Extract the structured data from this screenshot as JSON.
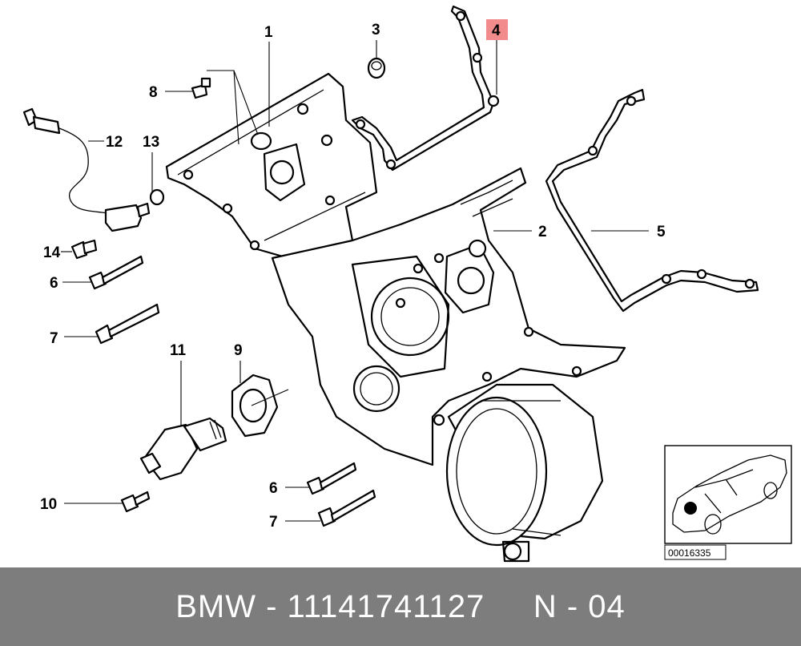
{
  "callouts": {
    "c1": "1",
    "c2": "2",
    "c3": "3",
    "c4": "4",
    "c5": "5",
    "c6a": "6",
    "c6b": "6",
    "c7a": "7",
    "c7b": "7",
    "c8": "8",
    "c9": "9",
    "c10": "10",
    "c11": "11",
    "c12": "12",
    "c13": "13",
    "c14": "14"
  },
  "highlight_color": "#f28c8c",
  "inset": {
    "ref_number": "00016335"
  },
  "footer": {
    "text": "BMW - 11141741127     N - 04"
  }
}
